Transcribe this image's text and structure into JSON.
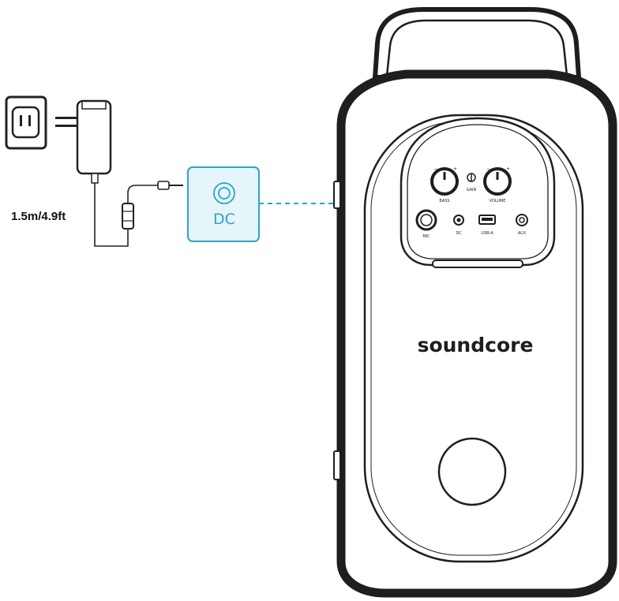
{
  "cable_length_label": "1.5m/4.9ft",
  "dc_callout_label": "DC",
  "brand_logo_text": "soundcore",
  "panel_labels": {
    "bass": "BASS",
    "gain": "GAIN",
    "volume": "VOLUME",
    "mic": "MIC",
    "dc": "DC",
    "usb": "USB-A",
    "aux": "AUX"
  },
  "colors": {
    "accent": "#2aa6c4",
    "callout_fill": "#e6f5f9",
    "line": "#222222",
    "speaker_dark": "#1e1e1e"
  },
  "icons": [
    "wall-outlet-icon",
    "power-adapter-icon",
    "dc-jack-icon"
  ]
}
